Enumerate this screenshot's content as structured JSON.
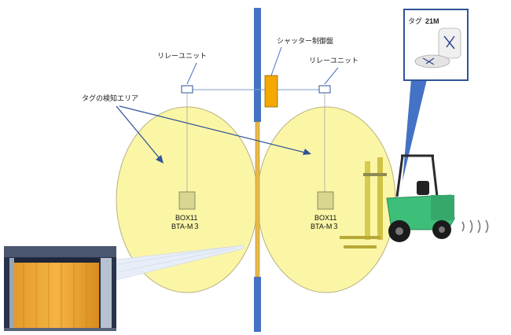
{
  "labels": {
    "relay_left": "リレーユニット",
    "relay_right": "リレーユニット",
    "shutter_panel": "シャッター制御盤",
    "tag_area": "タグの検知エリア",
    "box_left_line1": "BOX11",
    "box_left_line2": "BTA-M３",
    "box_right_line1": "BOX11",
    "box_right_line2": "BTA-M３",
    "tag_photo": "タグ",
    "tag_model": "21M"
  },
  "colors": {
    "detection_area": "#fbf6a6",
    "wall": "#4472c4",
    "shutter_panel": "#f5a800",
    "box": "#d8d690",
    "callout": "#4472c4",
    "forklift": "#3dbf7a"
  },
  "icons": {
    "forklift": "forklift-icon",
    "signal": "signal-waves-icon",
    "tag": "tag-device-icon",
    "shutter_photo": "shutter-door-photo"
  }
}
